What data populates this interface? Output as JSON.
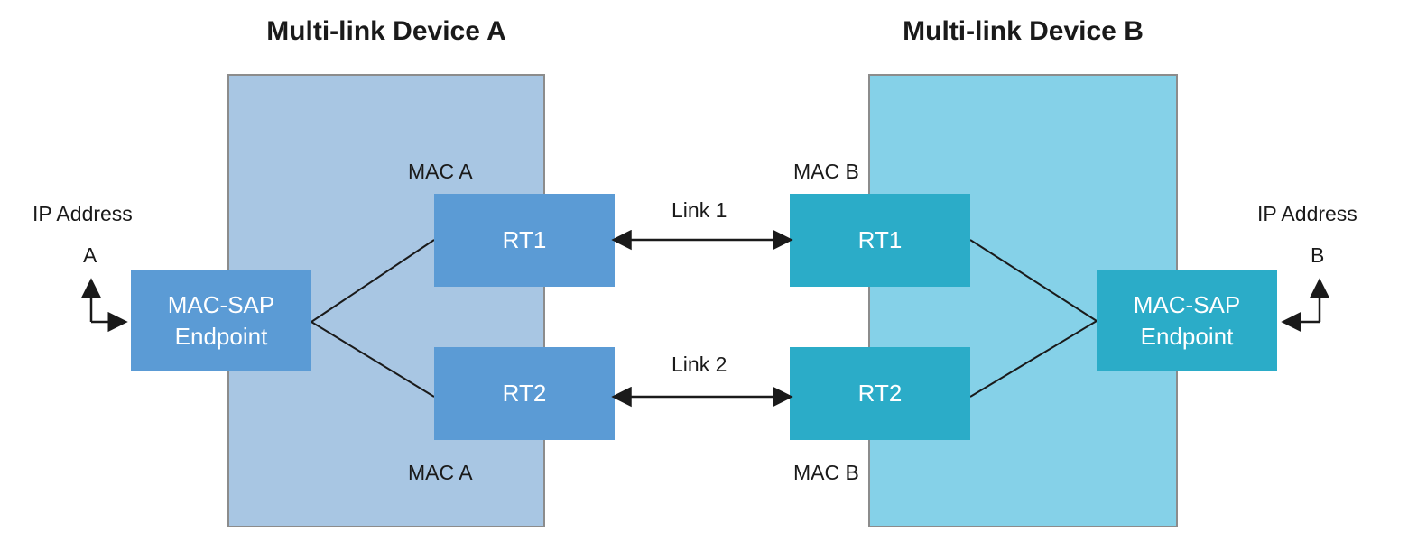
{
  "diagram": {
    "devices": [
      {
        "id": "a",
        "title": "Multi-link Device A",
        "container_color": "#a8c6e3",
        "node_color": "#5b9bd5",
        "endpoint_label_line1": "MAC-SAP",
        "endpoint_label_line2": "Endpoint",
        "routers": [
          {
            "id": "rt1-a",
            "label": "RT1"
          },
          {
            "id": "rt2-a",
            "label": "RT2"
          }
        ],
        "mac_label_top": "MAC A",
        "mac_label_bottom": "MAC A",
        "ip_label": "IP Address",
        "ip_letter": "A"
      },
      {
        "id": "b",
        "title": "Multi-link Device B",
        "container_color": "#85d1e8",
        "node_color": "#2bacc8",
        "endpoint_label_line1": "MAC-SAP",
        "endpoint_label_line2": "Endpoint",
        "routers": [
          {
            "id": "rt1-b",
            "label": "RT1"
          },
          {
            "id": "rt2-b",
            "label": "RT2"
          }
        ],
        "mac_label_top": "MAC B",
        "mac_label_bottom": "MAC B",
        "ip_label": "IP Address",
        "ip_letter": "B"
      }
    ],
    "links": [
      {
        "id": "link1",
        "label": "Link 1",
        "from": "rt1-a",
        "to": "rt1-b",
        "arrow": "bidirectional"
      },
      {
        "id": "link2",
        "label": "Link 2",
        "from": "rt2-a",
        "to": "rt2-b",
        "arrow": "bidirectional"
      }
    ],
    "colors": {
      "container_a": "#a8c6e3",
      "container_b": "#85d1e8",
      "node_a": "#5b9bd5",
      "node_b": "#2bacc8",
      "border": "#8c8c8c",
      "line": "#1a1a1a",
      "text_dark": "#1a1a1a",
      "text_light": "#ffffff",
      "background": "#ffffff"
    }
  }
}
